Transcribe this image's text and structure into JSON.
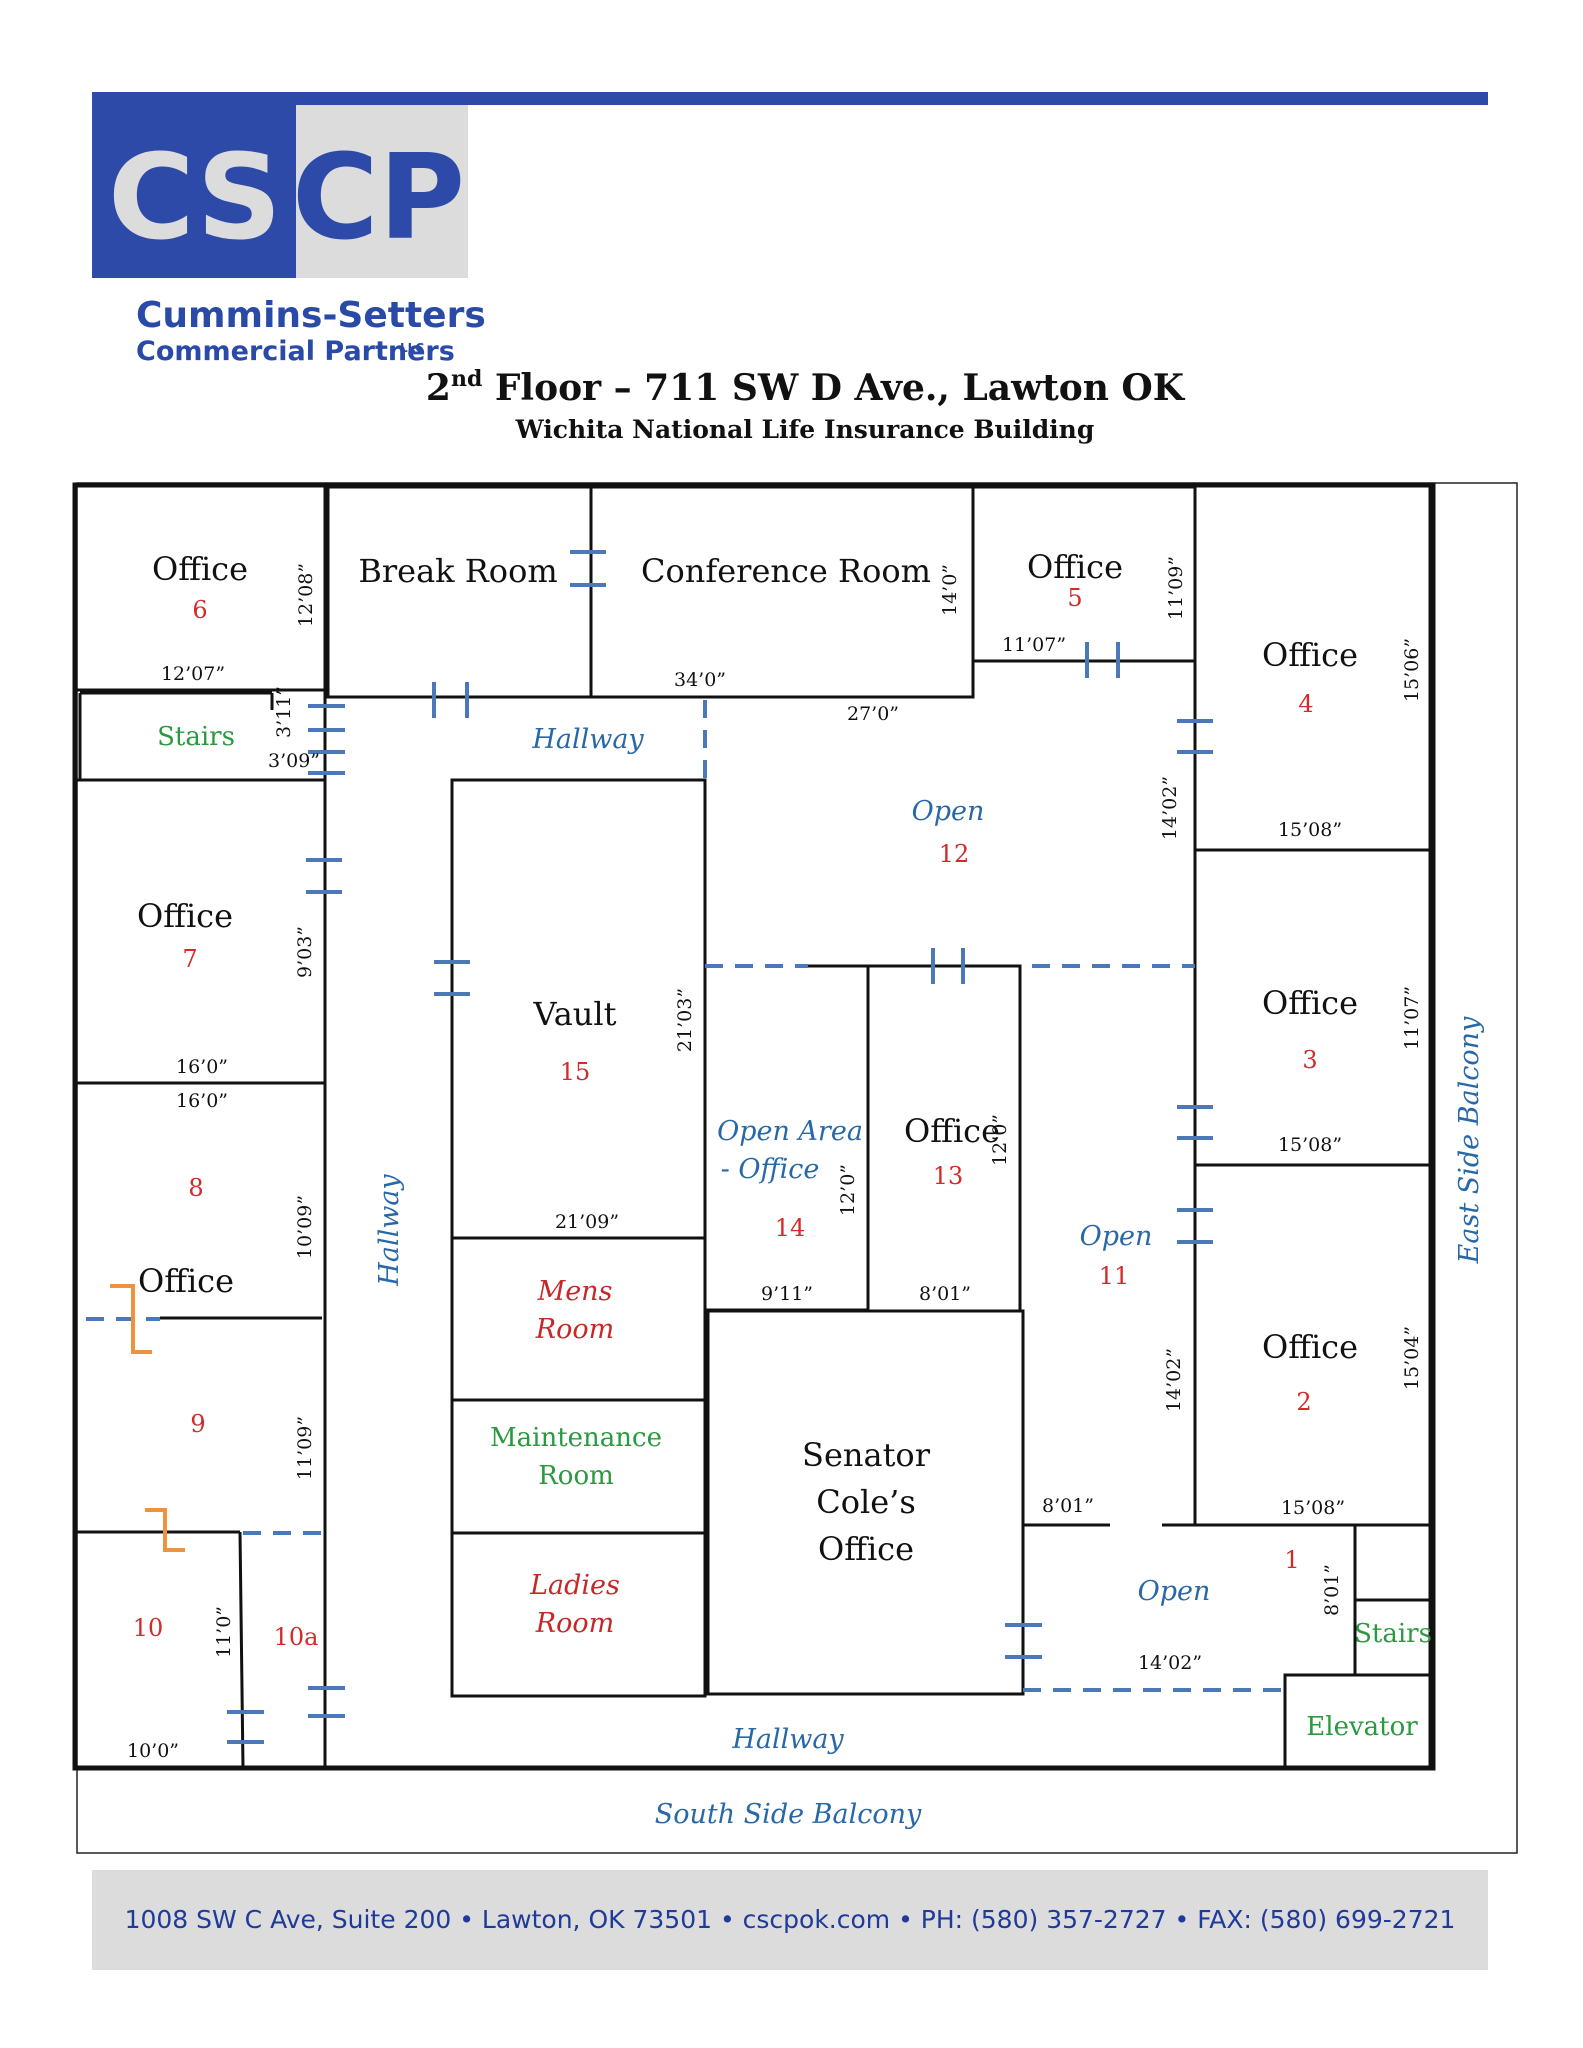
{
  "header": {
    "logo_letters": "CSCP",
    "company_line1": "Cummins-Setters",
    "company_line2": "Commercial Partners",
    "company_suffix": "LLC",
    "title_prefix": "2",
    "title_sup": "nd",
    "title_rest": " Floor – 711 SW D Ave., Lawton OK",
    "subtitle": "Wichita National Life Insurance Building"
  },
  "rooms": {
    "office6": {
      "label": "Office",
      "num": "6"
    },
    "break_room": "Break Room",
    "conference_room": "Conference Room",
    "office5": {
      "label": "Office",
      "num": "5"
    },
    "office4": {
      "label": "Office",
      "num": "4"
    },
    "stairs_nw": "Stairs",
    "office7": {
      "label": "Office",
      "num": "7"
    },
    "office8": {
      "label": "Office",
      "num": "8"
    },
    "office9_num": "9",
    "room10": "10",
    "room10a": "10a",
    "vault": {
      "label": "Vault",
      "num": "15"
    },
    "open12": {
      "label": "Open",
      "num": "12"
    },
    "open_area_office": {
      "line1": "Open Area",
      "line2": "- Office",
      "num": "14"
    },
    "office13": {
      "label": "Office",
      "num": "13"
    },
    "open11": {
      "label": "Open",
      "num": "11"
    },
    "office3": {
      "label": "Office",
      "num": "3"
    },
    "office2": {
      "label": "Office",
      "num": "2"
    },
    "mens_room": {
      "line1": "Mens",
      "line2": "Room"
    },
    "maintenance_room": {
      "line1": "Maintenance",
      "line2": "Room"
    },
    "ladies_room": {
      "line1": "Ladies",
      "line2": "Room"
    },
    "senator_office": {
      "line1": "Senator",
      "line2": "Cole’s",
      "line3": "Office"
    },
    "open1": {
      "label": "Open",
      "num": "1"
    },
    "stairs_se": "Stairs",
    "elevator": "Elevator"
  },
  "areas": {
    "hallway_top": "Hallway",
    "hallway_left": "Hallway",
    "hallway_bottom": "Hallway",
    "east_balcony": "East Side Balcony",
    "south_balcony": "South Side Balcony"
  },
  "dimensions": {
    "office6_h": "12’08”",
    "office6_w": "12’07”",
    "stairs_h": "3’11”",
    "stairs_w": "3’09”",
    "break_room_w": "34’0”",
    "conference_h": "14’0”",
    "conference_w": "27’0”",
    "office5_h": "11’09”",
    "office5_w": "11’07”",
    "office4_h": "15’06”",
    "office4_w": "15’08”",
    "open12_h": "14’02”",
    "office7_h": "9’03”",
    "office7_w": "16’0”",
    "office8_w": "16’0”",
    "office8_h": "10’09”",
    "office9_h": "11’09”",
    "vault_h": "21’03”",
    "vault_w": "21’09”",
    "office3_h": "11’07”",
    "office3_w": "15’08”",
    "open14_h": "12’0”",
    "open14_w": "9’11”",
    "office13_h": "12’0”",
    "office13_w": "8’01”",
    "office2_h": "15’04”",
    "office2_w": "15’08”",
    "open11_h": "14’02”",
    "open1_w": "8’01”",
    "stairs_se_h": "8’01”",
    "open1_bottom_w": "14’02”",
    "room10_h": "11’0”",
    "room10_w": "10’0”"
  },
  "footer": {
    "address": "1008 SW C Ave, Suite 200  •  Lawton, OK 73501  • cscpok.com • PH: (580) 357-2727 • FAX: (580) 699-2721"
  }
}
